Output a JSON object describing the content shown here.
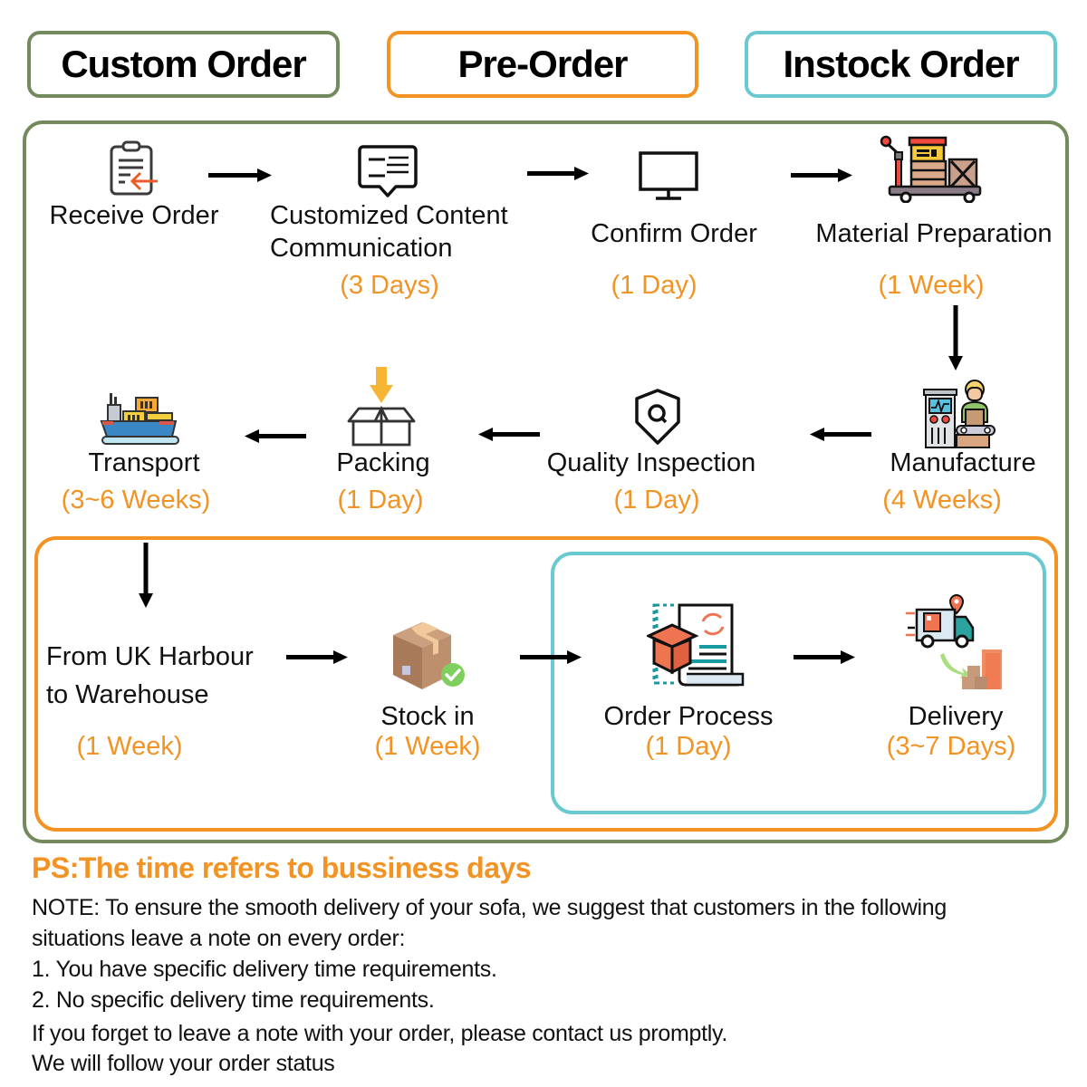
{
  "legend": {
    "custom_order": "Custom Order",
    "pre_order": "Pre-Order",
    "instock_order": "Instock Order",
    "colors": {
      "custom_order": "#738a5c",
      "pre_order": "#f29323",
      "instock_order": "#6ac8d1"
    }
  },
  "steps": [
    {
      "label": "Receive Order",
      "duration": "",
      "icon": "clipboard-receive-icon"
    },
    {
      "label_line1": "Customized Content",
      "label_line2": "Communication",
      "duration": "(3 Days)",
      "icon": "chat-message-icon"
    },
    {
      "label": "Confirm Order",
      "duration": "(1 Day)",
      "icon": "monitor-icon"
    },
    {
      "label": "Material Preparation",
      "duration": "(1 Week)",
      "icon": "material-cart-icon"
    },
    {
      "label": "Manufacture",
      "duration": "(4 Weeks)",
      "icon": "factory-worker-icon"
    },
    {
      "label": "Quality Inspection",
      "duration": "(1 Day)",
      "icon": "shield-search-icon"
    },
    {
      "label": "Packing",
      "duration": "(1 Day)",
      "icon": "box-packing-icon"
    },
    {
      "label": "Transport",
      "duration": "(3~6 Weeks)",
      "icon": "cargo-ship-icon"
    },
    {
      "label_line1": "From UK Harbour",
      "label_line2": "to Warehouse",
      "duration": "(1 Week)",
      "icon": ""
    },
    {
      "label": "Stock in",
      "duration": "(1 Week)",
      "icon": "stock-box-check-icon"
    },
    {
      "label": "Order Process",
      "duration": "(1 Day)",
      "icon": "order-process-icon"
    },
    {
      "label": "Delivery",
      "duration": "(3~7 Days)",
      "icon": "delivery-truck-icon"
    }
  ],
  "footer": {
    "ps": "PS:The time refers to bussiness days",
    "note_line1": "NOTE: To ensure the smooth delivery of your sofa, we suggest that customers in the following",
    "note_line2": "situations leave a note on every order:",
    "item1": "1. You have specific delivery time requirements.",
    "item2": "2. No specific delivery time requirements.",
    "contact_line1": "If you forget to leave a note with your order, please contact us promptly.",
    "contact_line2": "We will follow your order status"
  }
}
